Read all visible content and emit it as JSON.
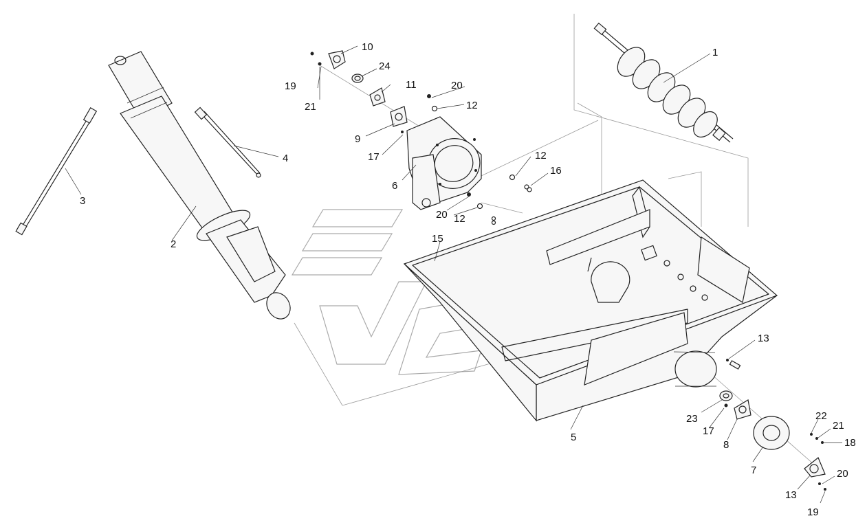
{
  "callouts": [
    {
      "id": "c1",
      "text": "1"
    },
    {
      "id": "c2",
      "text": "2"
    },
    {
      "id": "c3",
      "text": "3"
    },
    {
      "id": "c4",
      "text": "4"
    },
    {
      "id": "c5",
      "text": "5"
    },
    {
      "id": "c6",
      "text": "6"
    },
    {
      "id": "c7",
      "text": "7"
    },
    {
      "id": "c8",
      "text": "8"
    },
    {
      "id": "c9",
      "text": "9"
    },
    {
      "id": "c10",
      "text": "10"
    },
    {
      "id": "c11",
      "text": "11"
    },
    {
      "id": "c12a",
      "text": "12"
    },
    {
      "id": "c12b",
      "text": "12"
    },
    {
      "id": "c12c",
      "text": "12"
    },
    {
      "id": "c13a",
      "text": "13"
    },
    {
      "id": "c13b",
      "text": "13"
    },
    {
      "id": "c15",
      "text": "15"
    },
    {
      "id": "c16",
      "text": "16"
    },
    {
      "id": "c17a",
      "text": "17"
    },
    {
      "id": "c17b",
      "text": "17"
    },
    {
      "id": "c18",
      "text": "18"
    },
    {
      "id": "c19a",
      "text": "19"
    },
    {
      "id": "c19b",
      "text": "19"
    },
    {
      "id": "c20a",
      "text": "20"
    },
    {
      "id": "c20b",
      "text": "20"
    },
    {
      "id": "c20c",
      "text": "20"
    },
    {
      "id": "c21a",
      "text": "21"
    },
    {
      "id": "c21b",
      "text": "21"
    },
    {
      "id": "c22",
      "text": "22"
    },
    {
      "id": "c23",
      "text": "23"
    },
    {
      "id": "c24",
      "text": "24"
    }
  ]
}
